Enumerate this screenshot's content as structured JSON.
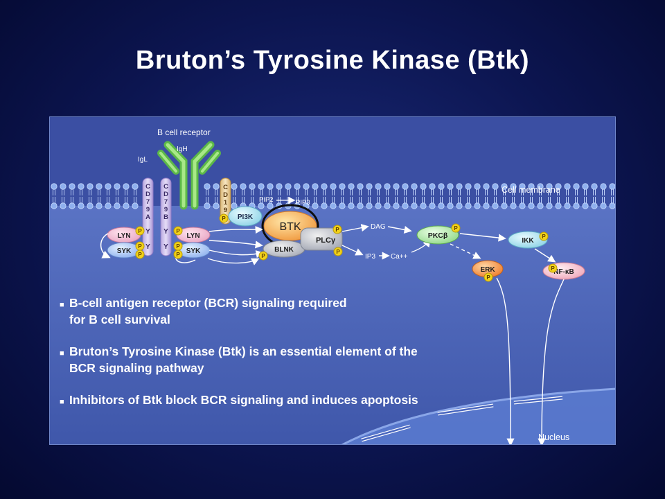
{
  "slide": {
    "title": "Bruton’s Tyrosine Kinase (Btk)"
  },
  "diagram": {
    "receptor_label": "B cell receptor",
    "igh": "IgH",
    "igl": "IgL",
    "membrane_label": "Cell membrane",
    "nucleus_label": "Nucleus",
    "cd79a": [
      "C",
      "D",
      "7",
      "9",
      "A"
    ],
    "cd79b": [
      "C",
      "D",
      "7",
      "9",
      "B"
    ],
    "cd19": [
      "C",
      "D",
      "1",
      "9"
    ],
    "y": "Y",
    "phospho": "P",
    "lyn": "LYN",
    "syk": "SYK",
    "pi3k": "PI3K",
    "btk": "BTK",
    "blnk": "BLNK",
    "plcg": "PLCγ",
    "pip2": "PIP2",
    "pip3": "PIP3",
    "dag": "DAG",
    "ip3": "IP3",
    "ca": "Ca++",
    "pkcb": "PKCβ",
    "ikk": "IKK",
    "erk": "ERK",
    "nfkb": "NF-κB"
  },
  "bullets": [
    {
      "line1": "B-cell antigen receptor (BCR) signaling required",
      "line2": "for B cell survival"
    },
    {
      "line1": "Bruton’s Tyrosine Kinase (Btk) is an essential element of the",
      "line2": "BCR signaling pathway"
    },
    {
      "line1": "Inhibitors of Btk block BCR signaling and induces apoptosis",
      "line2": ""
    }
  ],
  "colors": {
    "background": "#0c1550",
    "figure_bg": "#3a4ea0",
    "cytoplasm": "#4a64b8",
    "btk_highlight": "#111111",
    "phospho": "#f2d21a",
    "receptor": "#7ccf5a"
  }
}
